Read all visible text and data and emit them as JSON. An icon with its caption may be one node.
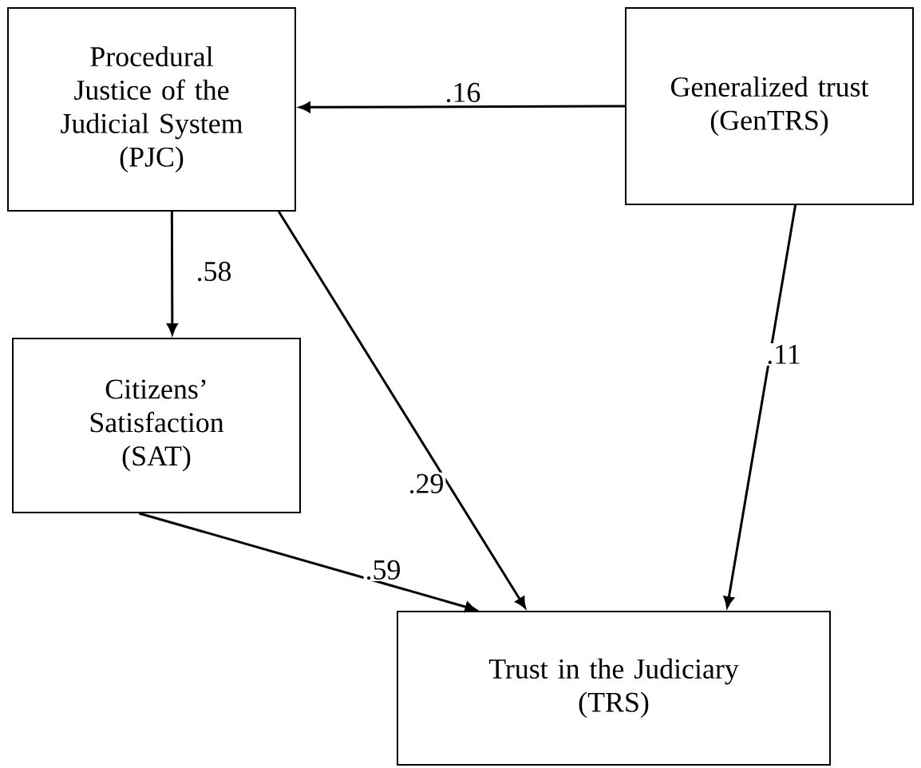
{
  "diagram": {
    "nodes": [
      {
        "text": [
          "Procedural Justice of the Judicial System",
          "(PJC)"
        ]
      },
      {
        "text": [
          "Generalized trust",
          "(GenTRS)"
        ]
      },
      {
        "text": [
          "Citizens’ Satisfaction",
          "(SAT)"
        ]
      },
      {
        "text": [
          "Trust in the Judiciary",
          "(TRS)"
        ]
      }
    ],
    "edges": [
      {
        "from": 1,
        "to": 0,
        "arrow": "to",
        "label": ".16"
      },
      {
        "from": 0,
        "to": 2,
        "arrow": "to",
        "label": ".58"
      },
      {
        "from": 0,
        "to": 3,
        "arrow": "to",
        "label": ".29"
      },
      {
        "from": 1,
        "to": 3,
        "arrow": "to",
        "label": ".11"
      },
      {
        "from": 2,
        "to": 3,
        "arrow": "to",
        "label": ".59"
      }
    ]
  }
}
